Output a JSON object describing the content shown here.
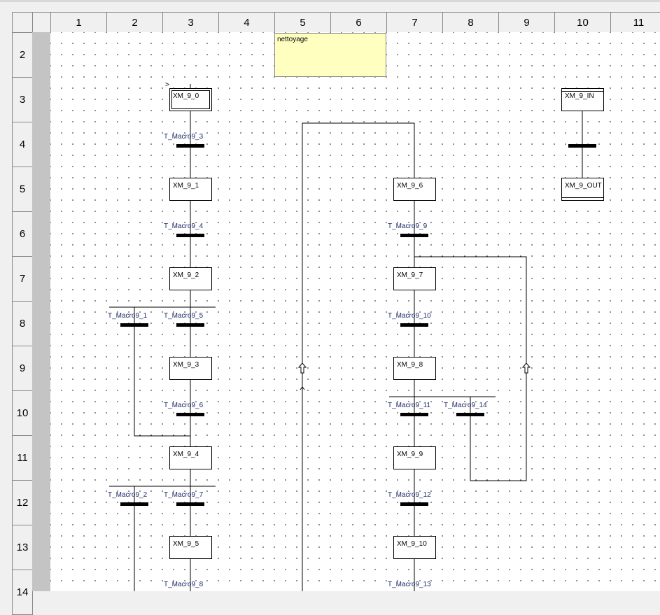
{
  "columns": [
    "1",
    "2",
    "3",
    "4",
    "5",
    "6",
    "7",
    "8",
    "9",
    "10",
    "11"
  ],
  "rows": [
    "2",
    "3",
    "4",
    "5",
    "6",
    "7",
    "8",
    "9",
    "10",
    "11",
    "12",
    "13",
    "14"
  ],
  "comment": {
    "text": "nettoyage",
    "fill": "#ffffc0"
  },
  "steps": [
    {
      "label": "XM_9_0",
      "col": 3,
      "row": 3,
      "kind": "initial"
    },
    {
      "label": "XM_9_1",
      "col": 3,
      "row": 5
    },
    {
      "label": "XM_9_2",
      "col": 3,
      "row": 7
    },
    {
      "label": "XM_9_3",
      "col": 3,
      "row": 9
    },
    {
      "label": "XM_9_4",
      "col": 3,
      "row": 11
    },
    {
      "label": "XM_9_5",
      "col": 3,
      "row": 13
    },
    {
      "label": "XM_9_6",
      "col": 7,
      "row": 5
    },
    {
      "label": "XM_9_7",
      "col": 7,
      "row": 7
    },
    {
      "label": "XM_9_8",
      "col": 7,
      "row": 9
    },
    {
      "label": "XM_9_9",
      "col": 7,
      "row": 11
    },
    {
      "label": "XM_9_10",
      "col": 7,
      "row": 13
    },
    {
      "label": "XM_9_IN",
      "col": 10,
      "row": 3,
      "kind": "in"
    },
    {
      "label": "XM_9_OUT",
      "col": 10,
      "row": 5,
      "kind": "out"
    }
  ],
  "transitions": [
    {
      "label": "T_Macro9_3",
      "col": 3,
      "row": 4
    },
    {
      "label": "T_Macro9_4",
      "col": 3,
      "row": 6
    },
    {
      "label": "T_Macro9_1",
      "col": 2,
      "row": 8
    },
    {
      "label": "T_Macro9_5",
      "col": 3,
      "row": 8
    },
    {
      "label": "T_Macro9_6",
      "col": 3,
      "row": 10
    },
    {
      "label": "T_Macro9_2",
      "col": 2,
      "row": 12
    },
    {
      "label": "T_Macro9_7",
      "col": 3,
      "row": 12
    },
    {
      "label": "T_Macro9_8",
      "col": 3,
      "row": 14
    },
    {
      "label": "T_Macro9_9",
      "col": 7,
      "row": 6
    },
    {
      "label": "T_Macro9_10",
      "col": 7,
      "row": 8
    },
    {
      "label": "T_Macro9_11",
      "col": 7,
      "row": 10
    },
    {
      "label": "T_Macro9_14",
      "col": 8,
      "row": 10
    },
    {
      "label": "T_Macro9_12",
      "col": 7,
      "row": 12
    },
    {
      "label": "T_Macro9_13",
      "col": 7,
      "row": 14
    },
    {
      "label": "",
      "col": 10,
      "row": 4
    }
  ],
  "initial_marker": ">"
}
